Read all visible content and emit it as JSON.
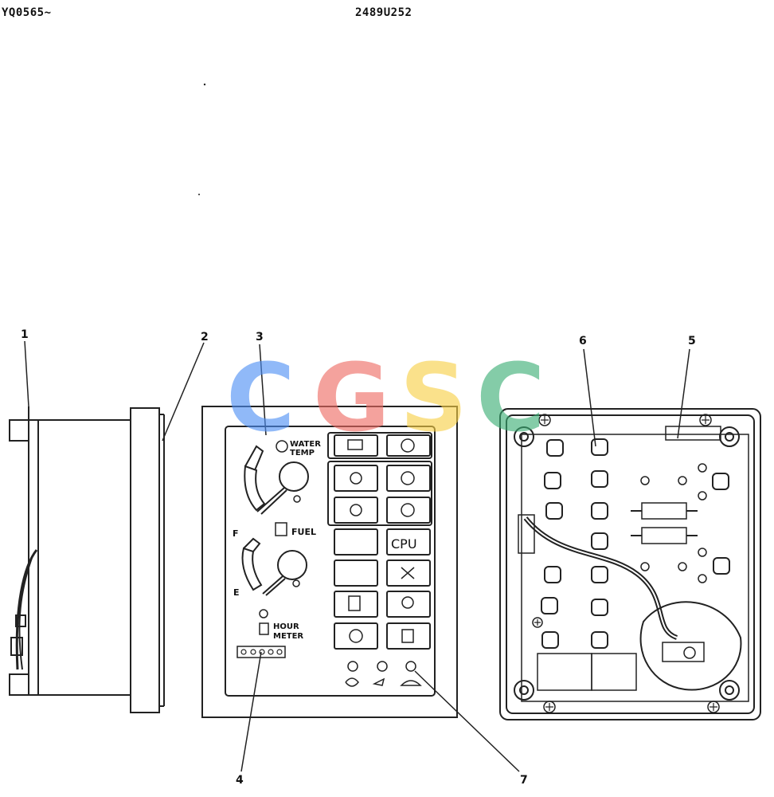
{
  "header": {
    "left_code": "YQ0565~",
    "center_code": "2489U252"
  },
  "watermark": {
    "letters": [
      "C",
      "G",
      "S",
      "C"
    ],
    "colors": [
      "#4d8ff5",
      "#ee6a62",
      "#f7cf45",
      "#39ae73"
    ]
  },
  "callouts": [
    "1",
    "2",
    "3",
    "4",
    "5",
    "6",
    "7"
  ],
  "panel": {
    "water_temp_label_1": "WATER",
    "water_temp_label_2": "TEMP",
    "fuel_label": "FUEL",
    "fuel_full": "F",
    "fuel_empty": "E",
    "hour_label_1": "HOUR",
    "hour_label_2": "METER",
    "cpu_label": "CPU"
  }
}
